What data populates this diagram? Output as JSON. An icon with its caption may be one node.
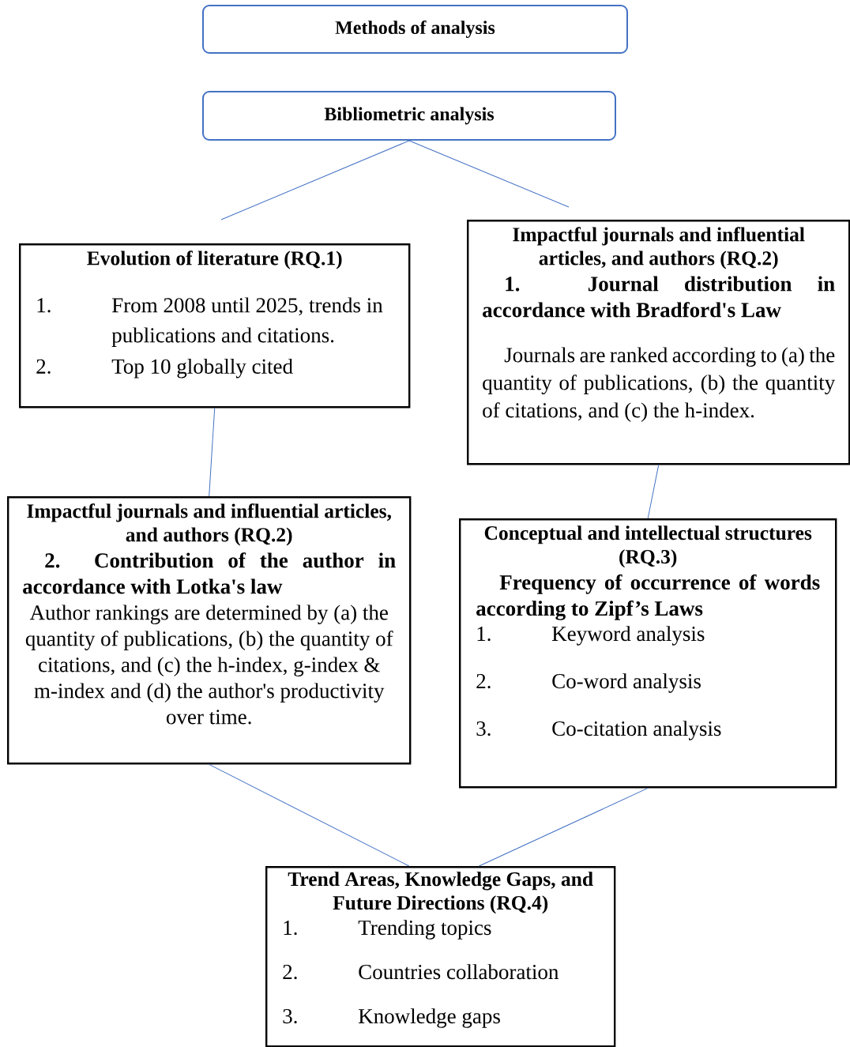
{
  "diagram": {
    "nodes": [
      {
        "text": [
          "Methods of analysis"
        ]
      },
      {
        "text": [
          "Bibliometric analysis"
        ]
      },
      {
        "text": [
          "Evolution of literature (RQ.1)",
          "1.",
          "From 2008 until 2025, trends in publications and citations.",
          "2.",
          "Top 10 globally cited"
        ]
      },
      {
        "text": [
          "Impactful journals and influential articles, and authors (RQ.2)",
          "1. Journal distribution in accordance with Bradford's Law",
          "Journals are ranked according to (a) the quantity of publications, (b) the quantity of citations, and (c) the h-index."
        ]
      },
      {
        "text": [
          "Impactful journals and influential articles, and authors (RQ.2)",
          "2. Contribution of the author in accordance with Lotka's law",
          "Author rankings are determined by (a) the quantity of publications, (b) the quantity of citations, and (c) the h-index, g-index & m-index and (d) the author's productivity over time."
        ]
      },
      {
        "text": [
          "Conceptual and intellectual structures (RQ.3)",
          "Frequency of occurrence of words according to Zipf’s Laws",
          "1.",
          "Keyword analysis",
          "2.",
          "Co-word analysis",
          "3.",
          "Co-citation analysis"
        ]
      },
      {
        "text": [
          "Trend Areas, Knowledge Gaps, and Future Directions (RQ.4)",
          "1.",
          "Trending topics",
          "2.",
          "Countries collaboration",
          "3.",
          "Knowledge gaps"
        ]
      }
    ],
    "edges": [
      {
        "from": 1,
        "to": null,
        "arrow": "none"
      },
      {
        "from": 1,
        "to": null,
        "arrow": "none"
      },
      {
        "from": 2,
        "to": 4,
        "arrow": "none"
      },
      {
        "from": 3,
        "to": 5,
        "arrow": "none"
      },
      {
        "from": 4,
        "to": 6,
        "arrow": "none"
      },
      {
        "from": 5,
        "to": 6,
        "arrow": "none"
      }
    ]
  }
}
